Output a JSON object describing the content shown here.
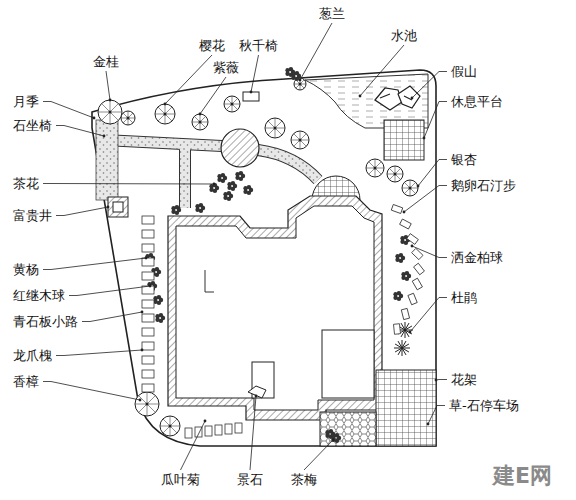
{
  "diagram": {
    "labels": [
      "葱兰",
      "水池",
      "樱花",
      "秋千椅",
      "金桂",
      "紫薇",
      "假山",
      "月季",
      "休息平台",
      "石坐椅",
      "银杏",
      "茶花",
      "鹅卵石汀步",
      "富贵井",
      "洒金柏球",
      "黄杨",
      "红继木球",
      "杜鹃",
      "青石板小路",
      "龙爪槐",
      "香樟",
      "花架",
      "草-石停车场",
      "瓜叶菊",
      "景石",
      "茶梅",
      "建E网"
    ]
  }
}
